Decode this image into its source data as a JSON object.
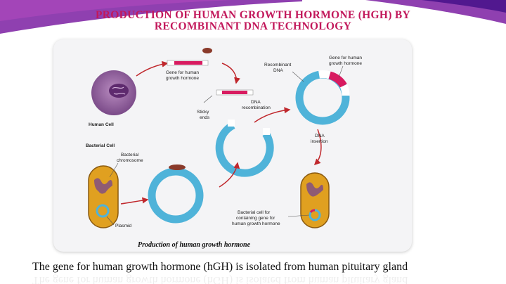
{
  "slide": {
    "title_line1": "PRODUCTION OF HUMAN GROWTH HORMONE (HGH) BY",
    "title_line2": "RECOMBINANT DNA TECHNOLOGY",
    "body_text": "The gene for human growth hormone (hGH) is isolated from human pituitary gland",
    "accent_color": "#c2185b"
  },
  "diagram": {
    "labels": {
      "human_cell": "Human Cell",
      "gene_line1": "Gene for human",
      "gene_line2": "growth hormone",
      "sticky_line1": "Sticky",
      "sticky_line2": "ends",
      "dna_rec_line1": "DNA",
      "dna_rec_line2": "recombination",
      "recombinant_line1": "Recombinant",
      "recombinant_line2": "DNA",
      "gene_top_line1": "Gene for human",
      "gene_top_line2": "growth hormone",
      "bacterial_cell": "Bacterial Cell",
      "bact_chrom_line1": "Bacterial",
      "bact_chrom_line2": "chromosome",
      "plasmid": "Plasmid",
      "dna_ins_line1": "DNA",
      "dna_ins_line2": "insertion",
      "result_line1": "Bacterial cell for",
      "result_line2": "containing gene for",
      "result_line3": "human growth hormone"
    },
    "caption": "Production of human growth hormone",
    "colors": {
      "plasmid": "#4fb3d9",
      "gene": "#d81b60",
      "bacterium": "#e0a020",
      "cell": "#9a6aa0",
      "arrow": "#c0282d"
    }
  }
}
